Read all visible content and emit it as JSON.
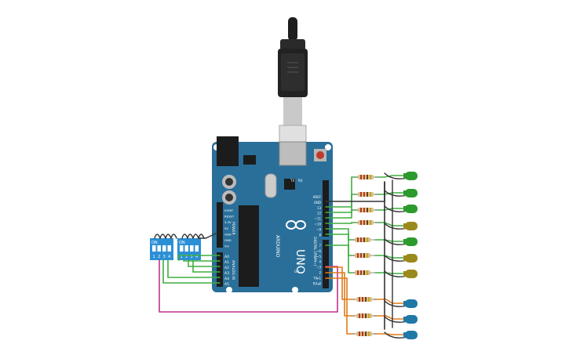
{
  "board": {
    "brand": "ARDUINO",
    "model": "UNO",
    "power_header": "POWER",
    "analog_header": "ANALOG IN",
    "digital_header": "DIGITAL (PWM~)",
    "tx_label": "TX",
    "rx_label": "RX",
    "on_label": "ON",
    "power_pins": [
      "IOREF",
      "RESET",
      "3.3V",
      "5V",
      "GND",
      "GND",
      "Vin"
    ],
    "analog_pins": [
      "A0",
      "A1",
      "A2",
      "A3",
      "A4",
      "A5"
    ],
    "digital_pins": [
      "AREF",
      "GND",
      "13",
      "12",
      "~11",
      "~10",
      "~9",
      "8",
      "7",
      "~6",
      "~5",
      "4",
      "~3",
      "2",
      "TX▸1",
      "RX◂0"
    ]
  },
  "dip_switches": [
    {
      "on_label": "ON",
      "positions": [
        "1",
        "2",
        "3",
        "4"
      ]
    },
    {
      "on_label": "ON",
      "positions": [
        "1",
        "2",
        "3",
        "4"
      ]
    }
  ],
  "leds": [
    {
      "color": "green"
    },
    {
      "color": "green"
    },
    {
      "color": "green"
    },
    {
      "color": "yellow"
    },
    {
      "color": "green"
    },
    {
      "color": "yellow"
    },
    {
      "color": "yellow"
    },
    {
      "color": "blue"
    },
    {
      "color": "blue"
    },
    {
      "color": "blue"
    }
  ],
  "colors": {
    "board": "#2a6f99",
    "dip": "#2b8fd6",
    "wire_green": "#3fae3f",
    "wire_black": "#333333",
    "wire_orange": "#e07b18",
    "wire_magenta": "#c2328a",
    "led_green": "#2d9a2d",
    "led_yellow": "#9a8a1c",
    "led_blue": "#1f78a6"
  }
}
